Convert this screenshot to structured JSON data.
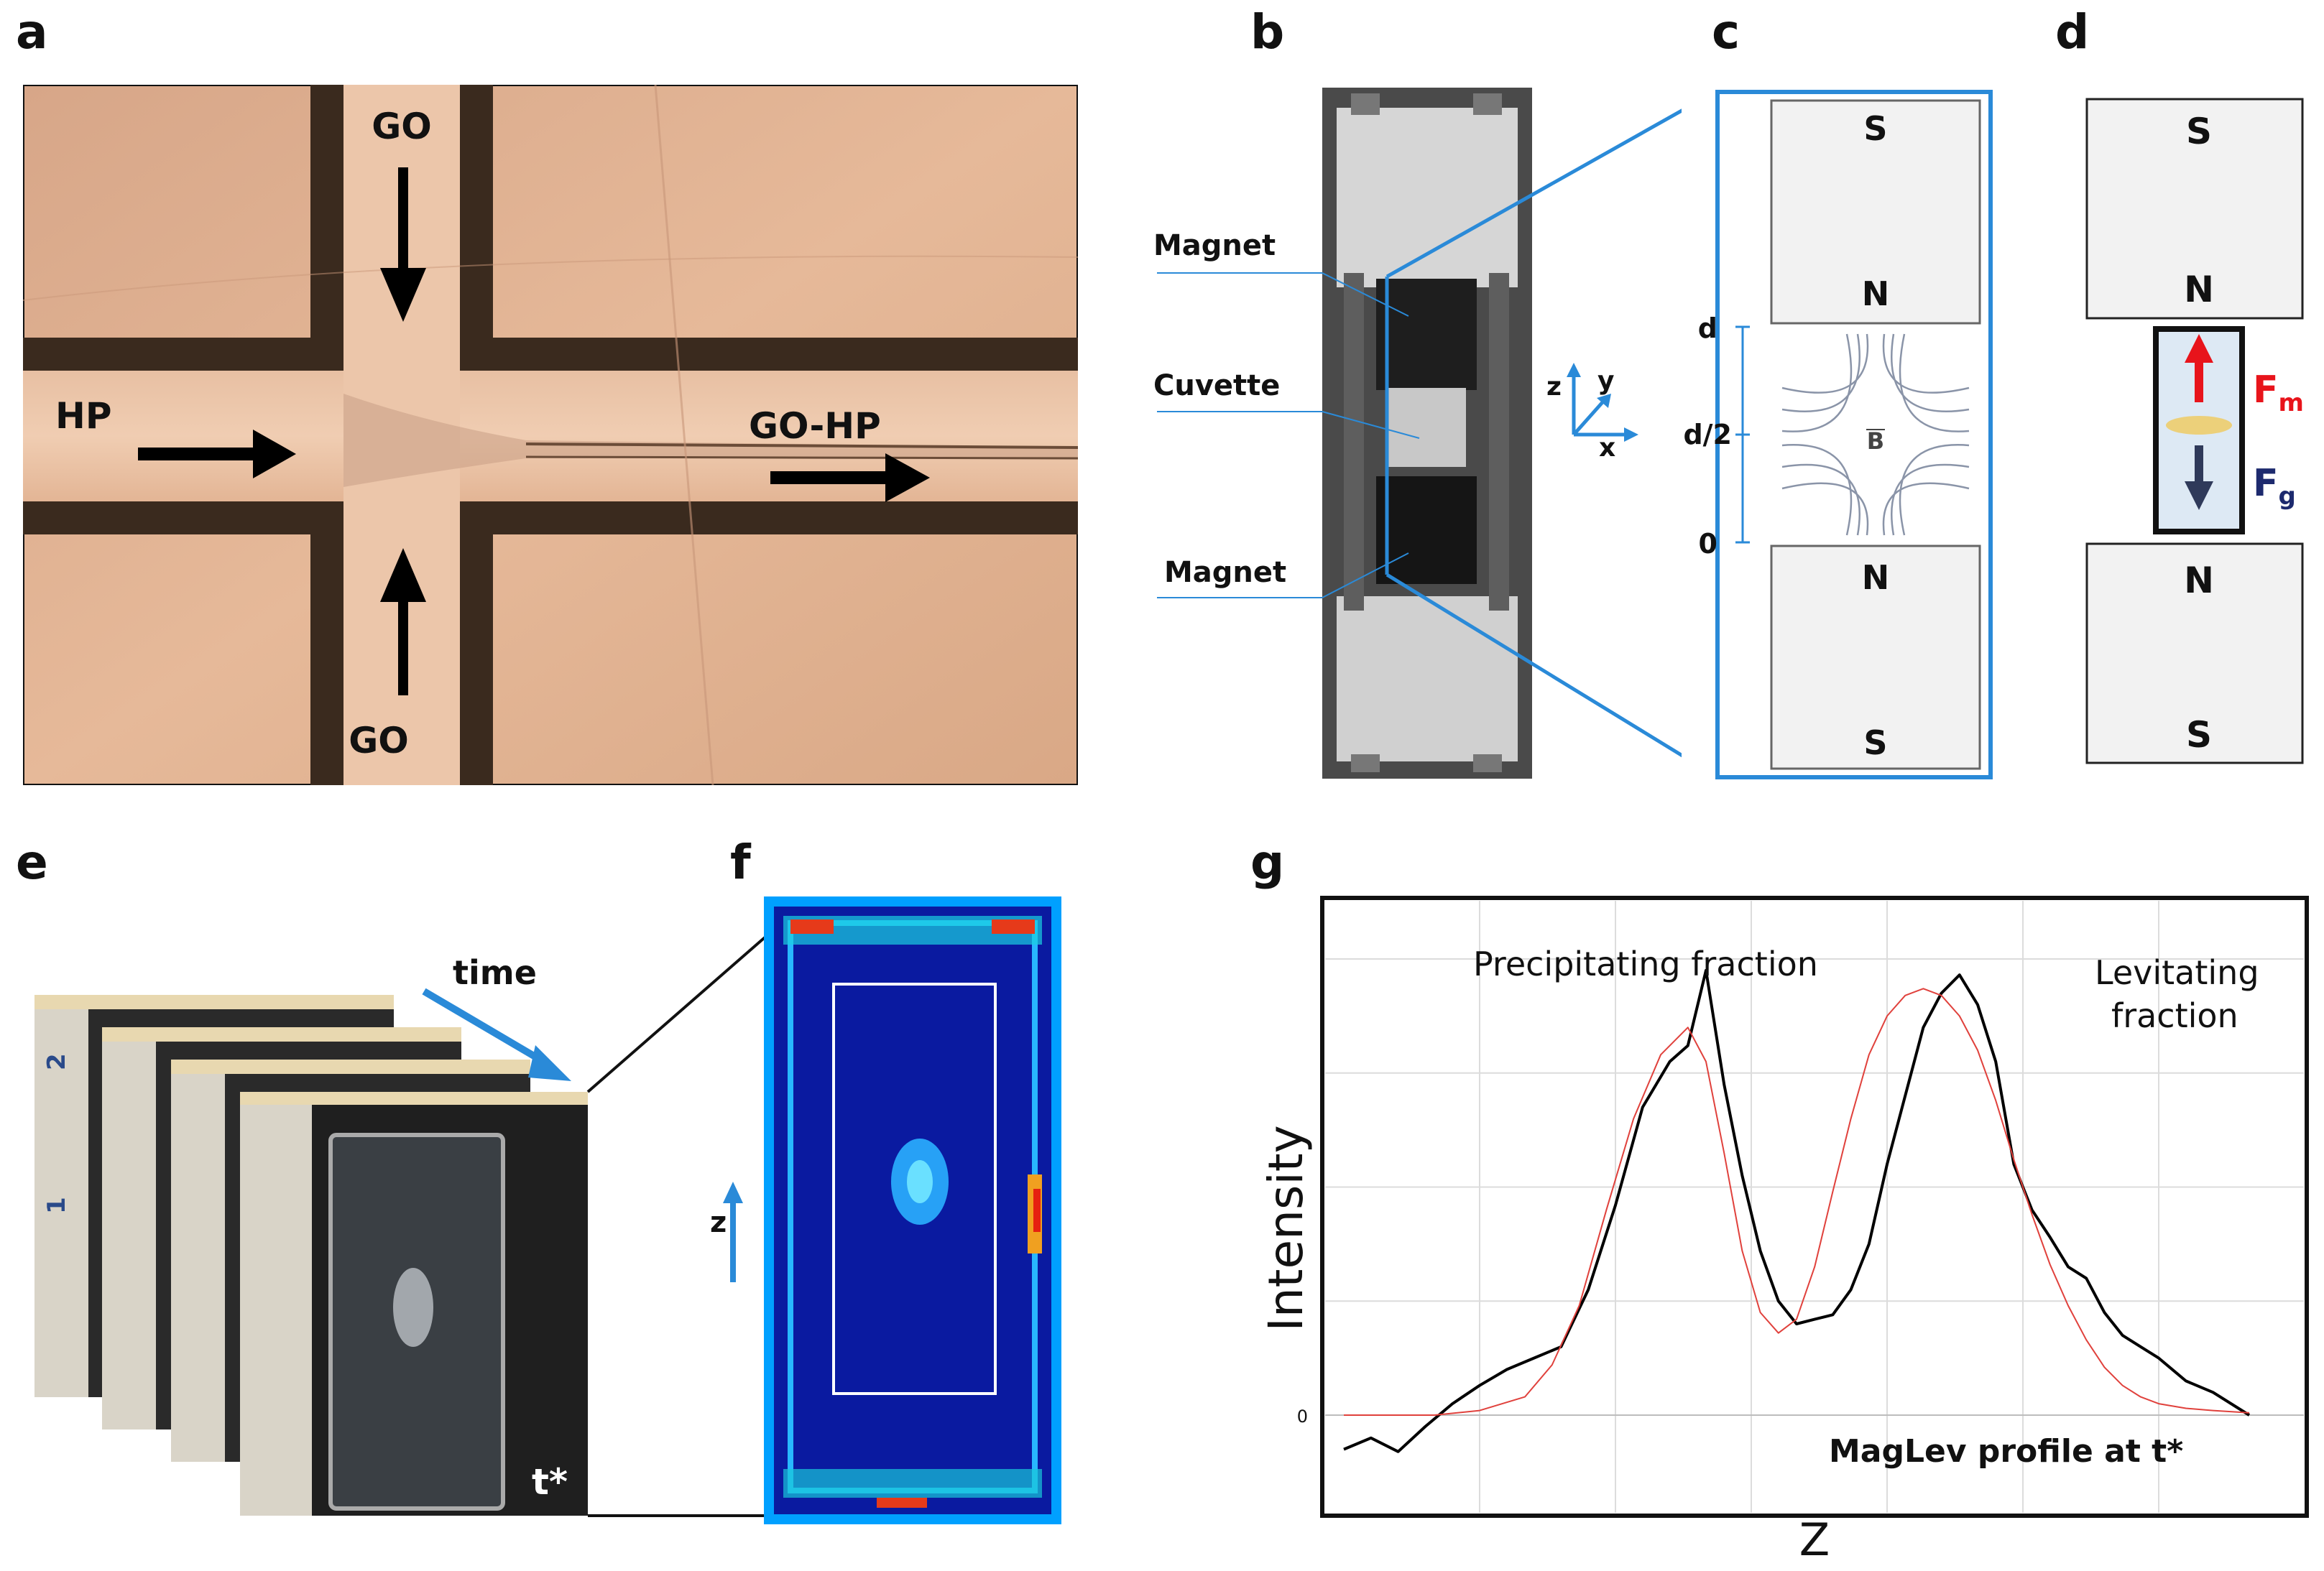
{
  "panels": {
    "a": {
      "letter": "a",
      "labels": {
        "go_top": "GO",
        "go_bottom": "GO",
        "hp": "HP",
        "go_hp": "GO-HP"
      }
    },
    "b": {
      "letter": "b",
      "labels": {
        "magnet_top": "Magnet",
        "cuvette": "Cuvette",
        "magnet_bottom": "Magnet"
      },
      "axes": {
        "z": "z",
        "y": "y",
        "x": "x"
      }
    },
    "c": {
      "letter": "c",
      "poles": {
        "top_upper": "S",
        "top_lower": "N",
        "bottom_upper": "N",
        "bottom_lower": "S"
      },
      "scale": {
        "d": "d",
        "half": "d/2",
        "zero": "0"
      },
      "field_label": "B"
    },
    "d": {
      "letter": "d",
      "poles": {
        "top_upper": "S",
        "top_lower": "N",
        "bottom_upper": "N",
        "bottom_lower": "S"
      },
      "forces": {
        "fm_main": "F",
        "fm_sub": "m",
        "fg_main": "F",
        "fg_sub": "g"
      },
      "colors": {
        "fm": "#e8141b",
        "fg": "#1d2a6e"
      }
    },
    "e": {
      "letter": "e",
      "time_label": "time",
      "t_label": "t*",
      "ruler_numbers": [
        "2",
        "1"
      ]
    },
    "f": {
      "letter": "f",
      "axis_label": "z"
    },
    "g": {
      "letter": "g"
    }
  },
  "chart_data": {
    "type": "line",
    "title": "",
    "xlabel": "Z",
    "ylabel": "Intensity",
    "ytick_labels": [
      "0"
    ],
    "grid": true,
    "annotations": [
      "Precipitating fraction",
      "Levitating fraction",
      "MagLev profile at t*"
    ],
    "annotation_lines": {
      "levitating_1": "Levitating",
      "levitating_2": "fraction"
    },
    "series": [
      {
        "color": "#000000",
        "x": [
          0.0,
          0.03,
          0.06,
          0.09,
          0.12,
          0.15,
          0.18,
          0.21,
          0.24,
          0.27,
          0.3,
          0.33,
          0.36,
          0.38,
          0.4,
          0.42,
          0.44,
          0.46,
          0.48,
          0.5,
          0.52,
          0.54,
          0.56,
          0.58,
          0.6,
          0.62,
          0.64,
          0.66,
          0.68,
          0.7,
          0.72,
          0.74,
          0.76,
          0.78,
          0.8,
          0.82,
          0.84,
          0.86,
          0.88,
          0.9,
          0.93,
          0.96,
          1.0
        ],
        "y": [
          -0.15,
          -0.1,
          -0.16,
          -0.05,
          0.05,
          0.13,
          0.2,
          0.25,
          0.3,
          0.55,
          0.92,
          1.35,
          1.55,
          1.62,
          1.95,
          1.45,
          1.05,
          0.72,
          0.5,
          0.4,
          0.42,
          0.44,
          0.55,
          0.75,
          1.1,
          1.4,
          1.7,
          1.85,
          1.93,
          1.8,
          1.55,
          1.1,
          0.9,
          0.78,
          0.65,
          0.6,
          0.45,
          0.35,
          0.3,
          0.25,
          0.15,
          0.1,
          0.0
        ]
      },
      {
        "color": "#e0413c",
        "x": [
          0.0,
          0.1,
          0.15,
          0.2,
          0.23,
          0.26,
          0.29,
          0.32,
          0.35,
          0.38,
          0.4,
          0.42,
          0.44,
          0.46,
          0.48,
          0.5,
          0.52,
          0.54,
          0.56,
          0.58,
          0.6,
          0.62,
          0.64,
          0.66,
          0.68,
          0.7,
          0.72,
          0.74,
          0.76,
          0.78,
          0.8,
          0.82,
          0.84,
          0.86,
          0.88,
          0.9,
          0.93,
          0.96,
          1.0
        ],
        "y": [
          0.0,
          0.0,
          0.02,
          0.08,
          0.22,
          0.48,
          0.9,
          1.3,
          1.58,
          1.7,
          1.55,
          1.15,
          0.72,
          0.45,
          0.36,
          0.42,
          0.65,
          0.98,
          1.3,
          1.58,
          1.75,
          1.84,
          1.87,
          1.84,
          1.75,
          1.6,
          1.38,
          1.12,
          0.88,
          0.66,
          0.48,
          0.33,
          0.21,
          0.13,
          0.08,
          0.05,
          0.03,
          0.02,
          0.01
        ]
      }
    ]
  }
}
